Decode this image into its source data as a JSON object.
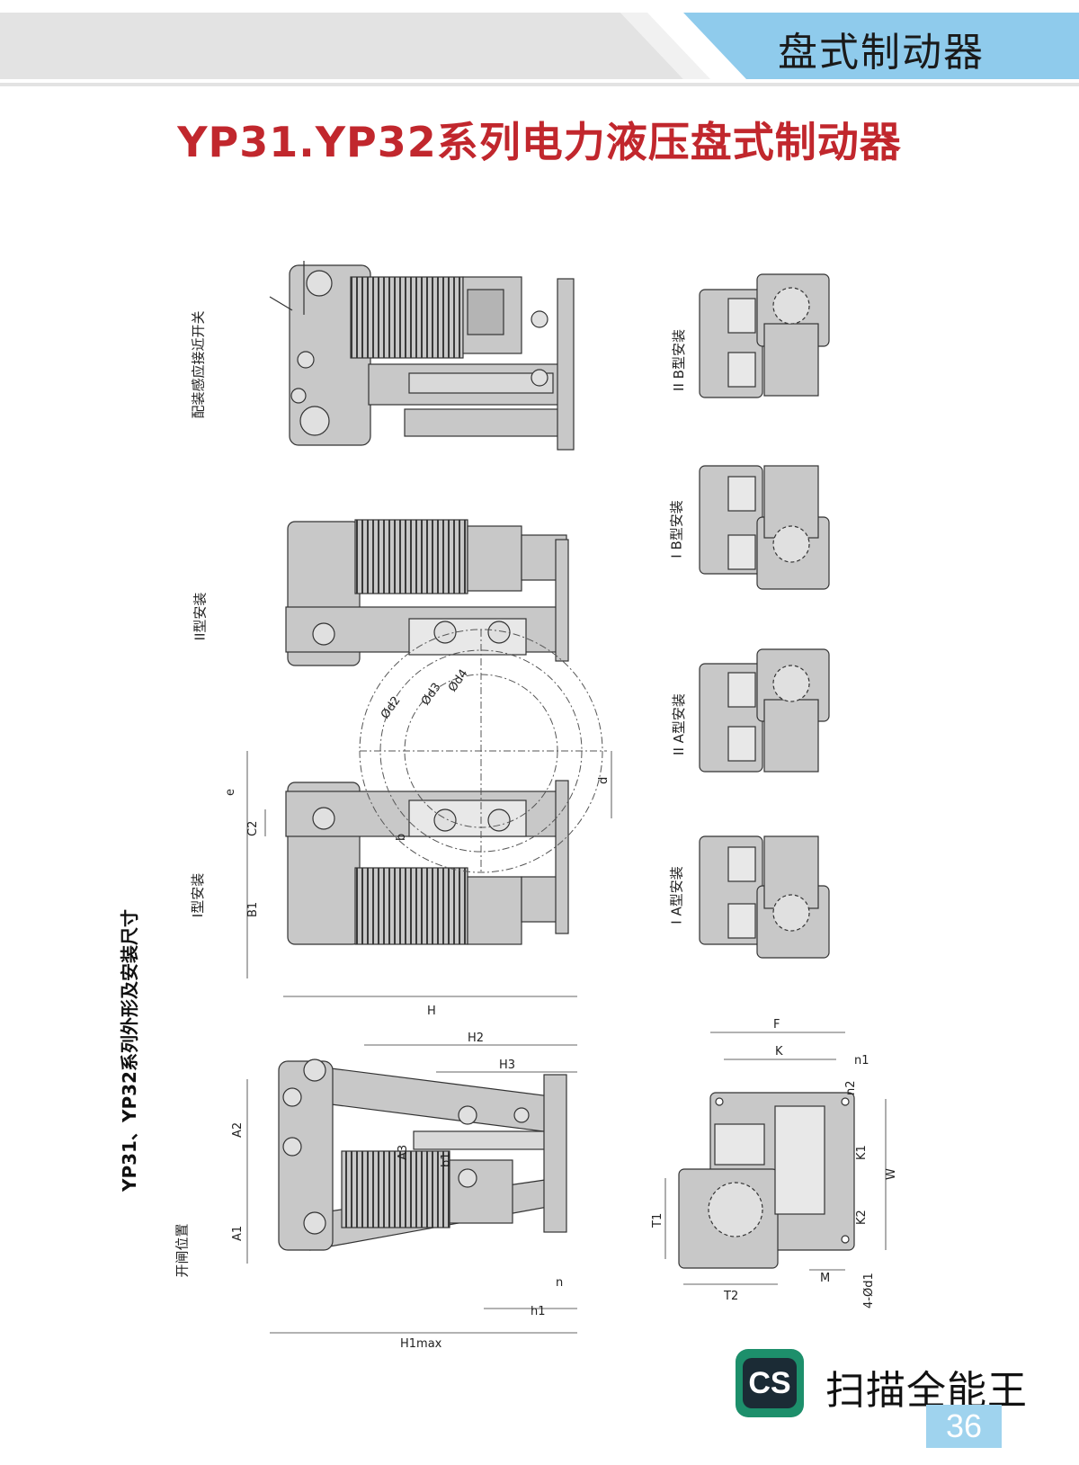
{
  "header": {
    "section_label": "盘式制动器",
    "colors": {
      "band_gray": "#e3e3e3",
      "band_blue": "#8fcbec",
      "title_red": "#c1272d"
    }
  },
  "title": "YP31.YP32系列电力液压盘式制动器",
  "side_caption": "YP31、YP32系列外形及安装尺寸",
  "view_labels": {
    "sensor": "配装感应接近开关",
    "type_ii": "II型安装",
    "type_i": "I型安装",
    "open_position": "开闸位置",
    "iib": "II B型安装",
    "ib": "I B型安装",
    "iia": "II A型安装",
    "ia": "I A型安装"
  },
  "dimensions": {
    "e": "e",
    "c2": "C2",
    "b1": "B1",
    "h": "H",
    "b": "b",
    "d": "d",
    "od2": "Ød2",
    "od3": "Ød3",
    "od4": "Ød4",
    "h2": "H2",
    "h3": "H3",
    "a2": "A2",
    "a3": "A3",
    "b1_small": "b1",
    "a1": "A1",
    "n": "n",
    "h1": "h1",
    "h1max": "H1max",
    "f": "F",
    "k": "K",
    "n1": "n1",
    "n2": "n2",
    "k1": "K1",
    "w": "W",
    "k2": "K2",
    "t1": "T1",
    "t2": "T2",
    "m": "M",
    "holes": "4-Ød1"
  },
  "scanner": {
    "logo_text": "CS",
    "name": "扫描全能王"
  },
  "page_number": "36"
}
